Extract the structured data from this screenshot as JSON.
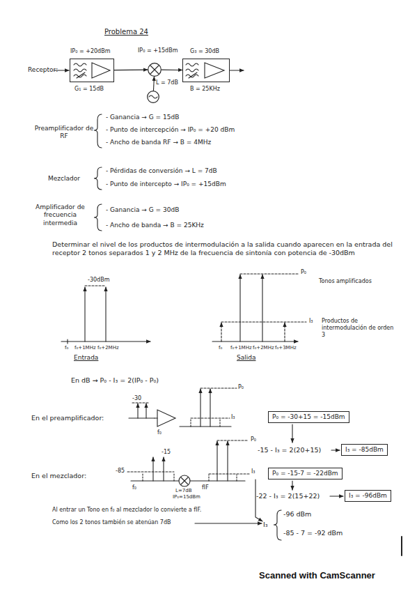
{
  "diagram": {
    "title": "Problema 24",
    "nodes": [
      {
        "text": [
          "IP₀ = +20dBm",
          "G₁ = 15dB"
        ]
      },
      {
        "text": [
          "IP₀ = +15dBm"
        ]
      },
      {
        "text": [
          "L = 7dB"
        ]
      },
      {
        "text": [
          "G₃ = 30dB",
          "B = 25KHz"
        ]
      },
      {
        "text": [
          "P₀ = -30+15 = -15dBm"
        ]
      },
      {
        "text": [
          "I₃ = -85dBm"
        ]
      },
      {
        "text": [
          "P₀ = -15-7 = -22dBm"
        ]
      },
      {
        "text": [
          "I₃ = -96dBm"
        ]
      }
    ],
    "edges": [
      {
        "from": 0,
        "to": 1,
        "arrow": "to"
      },
      {
        "from": 1,
        "to": 3,
        "arrow": "to"
      },
      {
        "from": 2,
        "to": 1,
        "arrow": "to"
      }
    ],
    "labels": [
      "Receptor:",
      "Preamplificador de RF",
      "- Ganancia → G = 15dB",
      "- Punto de intercepción → IP₀ = +20 dBm",
      "- Ancho de banda RF → B = 4MHz",
      "Mezclador",
      "- Pérdidas de conversión → L = 7dB",
      "- Punto de intercepto → IP₀ = +15dBm",
      "Amplificador de frecuencia intermedia",
      "- Ganancia → G = 30dB",
      "- Ancho de banda → B = 25KHz",
      "Determinar el nivel de los productos de intermodulación a la salida cuando aparecen en la entrada del receptor 2 tonos separados 1 y 2 MHz de la frecuencia de sintonía con potencia de -30dBm",
      "-30dBm",
      "f₀",
      "f₀+1MHz",
      "f₀+2MHz",
      "Entrada",
      "P₀",
      "Tonos amplificados",
      "I₃",
      "Productos de intermodulación de orden 3",
      "f₀",
      "f₀+1MHz",
      "f₀+2MHz",
      "f₀+3MHz",
      "Salida",
      "En dB → P₀ - I₃ = 2(IP₀ - P₀)",
      "En el preamplificador:",
      "-30",
      "P₀",
      "I₃",
      "f₀",
      "-15 - I₃ = 2(20+15)",
      "En el mezclador:",
      "-15",
      "-85",
      "L=7dB",
      "IP₀=15dBm",
      "f₀",
      "fIF",
      "P₀",
      "I₃",
      "-22 - I₃ = 2(15+22)",
      "Al entrar un Tono en f₀ al mezclador lo convierte a fIF.",
      "Como los 2 tonos también se atenúan 7dB",
      "I₃",
      "-96 dBm",
      "-85 - 7 = -92 dBm",
      "Scanned with CamScanner"
    ]
  }
}
